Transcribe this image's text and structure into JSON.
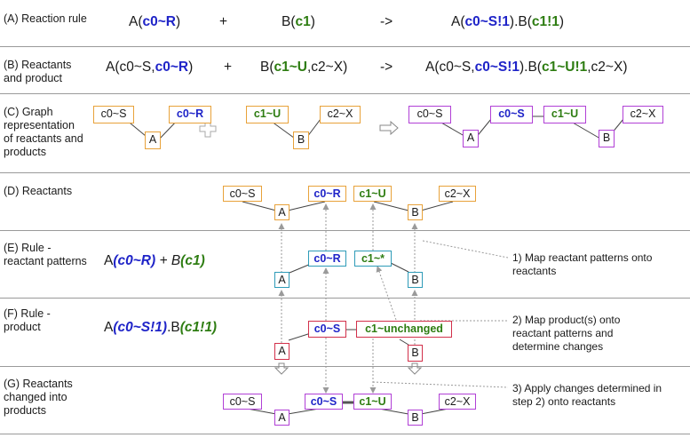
{
  "labels": {
    "A": "(A) Reaction rule",
    "B": "(B) Reactants and product",
    "C": "(C) Graph representation of reactants and products",
    "D": "(D) Reactants",
    "E": "(E) Rule - reactant patterns",
    "F": "(F) Rule - product",
    "G": "(G) Reactants changed into products"
  },
  "rowA": {
    "left_pre": "A(",
    "left_site": "c0~R",
    "left_post": ")",
    "plus": "+",
    "mid_pre": "B(",
    "mid_site": "c1",
    "mid_post": ")",
    "arrow": "->",
    "right_pre": "A(",
    "right_site": "c0~S!1",
    "right_mid": ").B(",
    "right_site2": "c1!1",
    "right_post": ")"
  },
  "rowB": {
    "left_pre": "A(c0~S,",
    "left_site": "c0~R",
    "left_post": ")",
    "plus": "+",
    "mid_pre": "B(",
    "mid_site": "c1~U",
    "mid_post": ",c2~X)",
    "arrow": "->",
    "right_pre": "A(c0~S,",
    "right_site": "c0~S!1",
    "right_mid": ").B(",
    "right_site2": "c1~U!1",
    "right_post": ",c2~X)"
  },
  "rowE": {
    "pre": "A",
    "site1": "(c0~R)",
    "mid": " + B",
    "site2": "(c1)"
  },
  "rowF": {
    "pre": "A",
    "site1": "(c0~S!1)",
    "mid": ".B",
    "site2": "(c1!1)"
  },
  "notes": {
    "n1": "1) Map reactant patterns onto reactants",
    "n2": "2) Map product(s) onto reactant patterns and determine changes",
    "n3": "3) Apply changes determined in step 2) onto reactants"
  },
  "nodes": {
    "A": "A",
    "B": "B",
    "c0S": "c0~S",
    "c0R": "c0~R",
    "c1U": "c1~U",
    "c2X": "c2~X",
    "c1star": "c1~*",
    "c1unch": "c1~unchanged"
  },
  "colors": {
    "orange": "#e8a23a",
    "purple": "#b140d6",
    "teal": "#2e9bb8",
    "red": "#d2304a",
    "blue": "#1f24c8",
    "green": "#2e7d12"
  }
}
